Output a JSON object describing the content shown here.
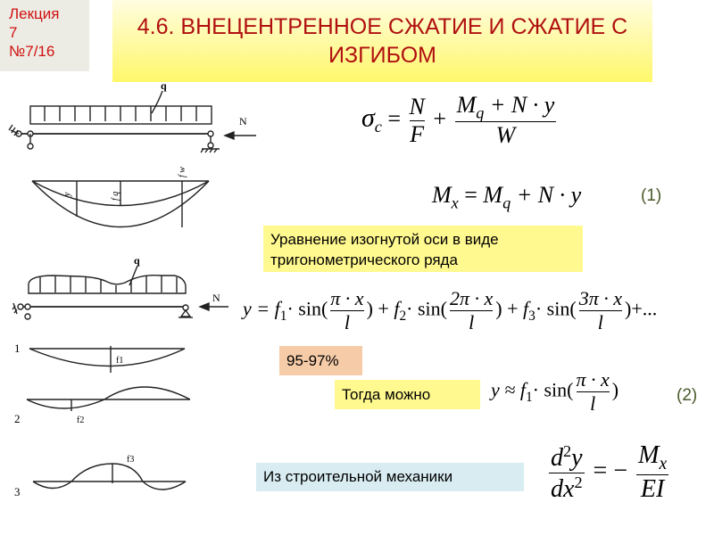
{
  "lecture_badge": {
    "line1": "Лекция",
    "line2": "7",
    "line3": "№7/16"
  },
  "title": {
    "text": "4.6. ВНЕЦЕНТРЕННОЕ СЖАТИЕ И СЖАТИЕ С ИЗГИБОМ"
  },
  "formulas": {
    "stress": {
      "lhs": "σ",
      "lhs_sub": "c",
      "eq": "=",
      "frac1_num": "N",
      "frac1_den": "F",
      "plus": "+",
      "frac2_num_M": "M",
      "frac2_num_sub": "q",
      "frac2_num_rest": "+ N · y",
      "frac2_den": "W"
    },
    "moment": {
      "lhs": "M",
      "lhs_sub": "x",
      "eq": "=",
      "rhs_M": "M",
      "rhs_sub": "q",
      "rhs_rest": "+ N · y",
      "number": "(1)"
    },
    "series": {
      "lhs": "y =",
      "t1_f": "f",
      "t1_sub": "1",
      "t1_num": "π · x",
      "t2_f": "f",
      "t2_sub": "2",
      "t2_num": "2π · x",
      "t3_f": "f",
      "t3_sub": "3",
      "t3_num": "3π · x",
      "den": "l",
      "sin": "· sin(",
      "close": ")",
      "plus": "+",
      "tail": "+..."
    },
    "approx": {
      "lhs": "y ≈",
      "f": "f",
      "sub": "1",
      "sin": "· sin(",
      "num": "π · x",
      "den": "l",
      "close": ")",
      "number": "(2)"
    },
    "beam_eq": {
      "num_d": "d",
      "num_sup": "2",
      "num_y": "y",
      "den_dx": "dx",
      "den_sup": "2",
      "eq": "= −",
      "rhs_M": "M",
      "rhs_sub": "x",
      "rhs_den": "EI"
    }
  },
  "notes": {
    "trig_series": "Уравнение изогнутой оси в виде тригонометрического ряда",
    "percent": "95-97%",
    "then_can": "Тогда можно",
    "from_mechanics": "Из строительной механики"
  },
  "diagrams": {
    "top": {
      "load_label": "q",
      "force_label": "N",
      "deflection_labels": [
        "y",
        "f_q",
        "f_w"
      ]
    },
    "bottom": {
      "load_label": "q",
      "force_label": "N",
      "modes": [
        {
          "index": "1",
          "label": "f1"
        },
        {
          "index": "2",
          "label": "f2"
        },
        {
          "index": "3",
          "label": "f3"
        }
      ]
    }
  },
  "colors": {
    "title_text": "#b01010",
    "badge_text": "#d01010",
    "badge_bg": "#ecece4",
    "title_bg_top": "#fffde0",
    "title_bg_bottom": "#fff76a",
    "note_yellow": "#fff98f",
    "note_orange": "#f6cca8",
    "note_blue": "#d8ecf2",
    "eq_number": "#4a5a2a"
  }
}
